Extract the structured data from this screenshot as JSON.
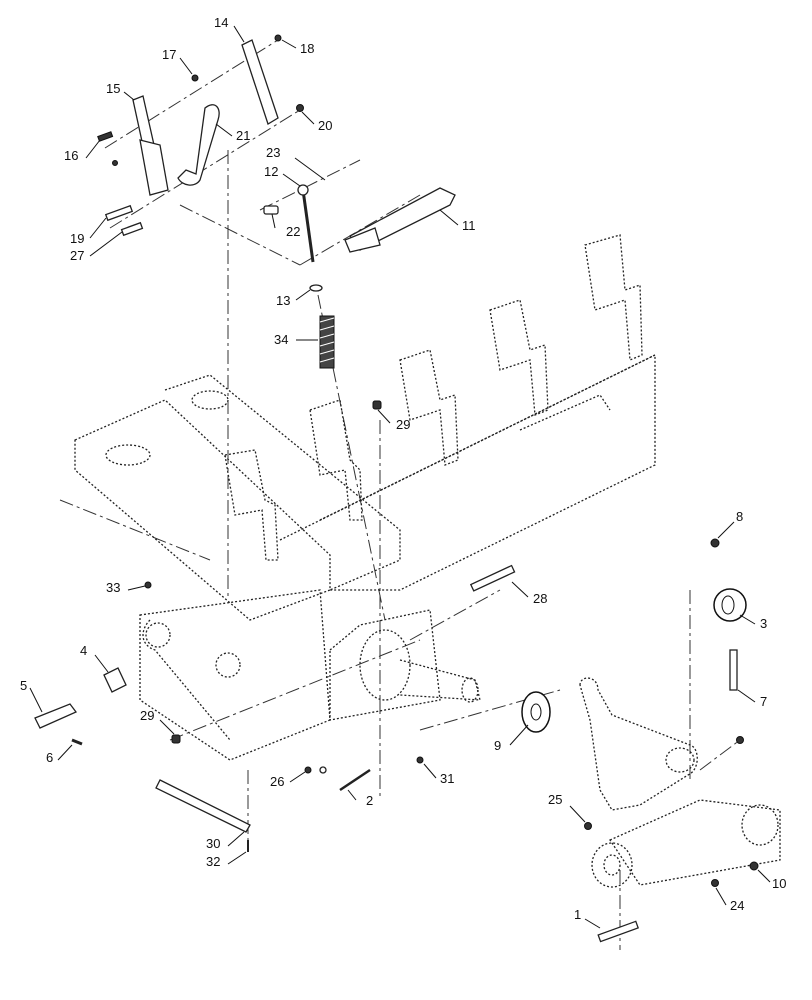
{
  "callouts": [
    "1",
    "2",
    "3",
    "4",
    "5",
    "6",
    "7",
    "8",
    "9",
    "10",
    "11",
    "12",
    "13",
    "14",
    "15",
    "16",
    "17",
    "18",
    "19",
    "20",
    "21",
    "22",
    "23",
    "24",
    "25",
    "26",
    "27",
    "28",
    "29",
    "29",
    "30",
    "31",
    "32",
    "33",
    "34"
  ]
}
